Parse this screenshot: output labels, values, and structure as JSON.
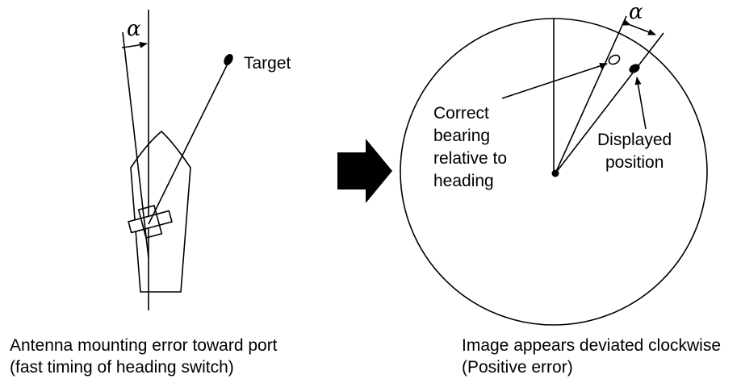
{
  "left_diagram": {
    "alpha_symbol": "α",
    "target_label": "Target"
  },
  "right_diagram": {
    "alpha_symbol": "α",
    "correct_bearing_label": [
      "Correct",
      "bearing",
      "relative to",
      "heading"
    ],
    "displayed_position_label": [
      "Displayed",
      "position"
    ]
  },
  "captions": {
    "left": [
      "Antenna mounting error toward port",
      "(fast timing of heading switch)"
    ],
    "right": [
      "Image appears deviated clockwise",
      "(Positive error)"
    ]
  }
}
